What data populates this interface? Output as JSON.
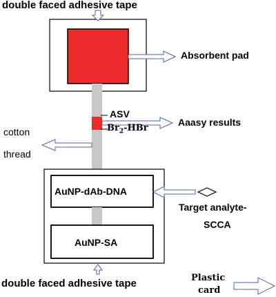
{
  "labels": {
    "tape_top": "double faced adhesive tape",
    "absorbent_pad": "Absorbent pad",
    "asv": "ASV",
    "br2_prefix": "Br",
    "br2_sub": "2",
    "br2_suffix": "-HBr",
    "assay_results": "Aaasy results",
    "cotton": "cotton",
    "thread": "thread",
    "aunp_dab_dna": "AuNP-dAb-DNA",
    "target_analyte_line1": "Target analyte-",
    "target_analyte_line2": "SCCA",
    "aunp_sa": "AuNP-SA",
    "tape_bottom": "double faced adhesive tape",
    "plastic": "Plastic",
    "card": "card"
  },
  "colors": {
    "pad_red": "#ee2b2b",
    "thread_gray": "#c8c8c8",
    "arrow_blue": "#4d63a6",
    "outline": "#000000"
  }
}
